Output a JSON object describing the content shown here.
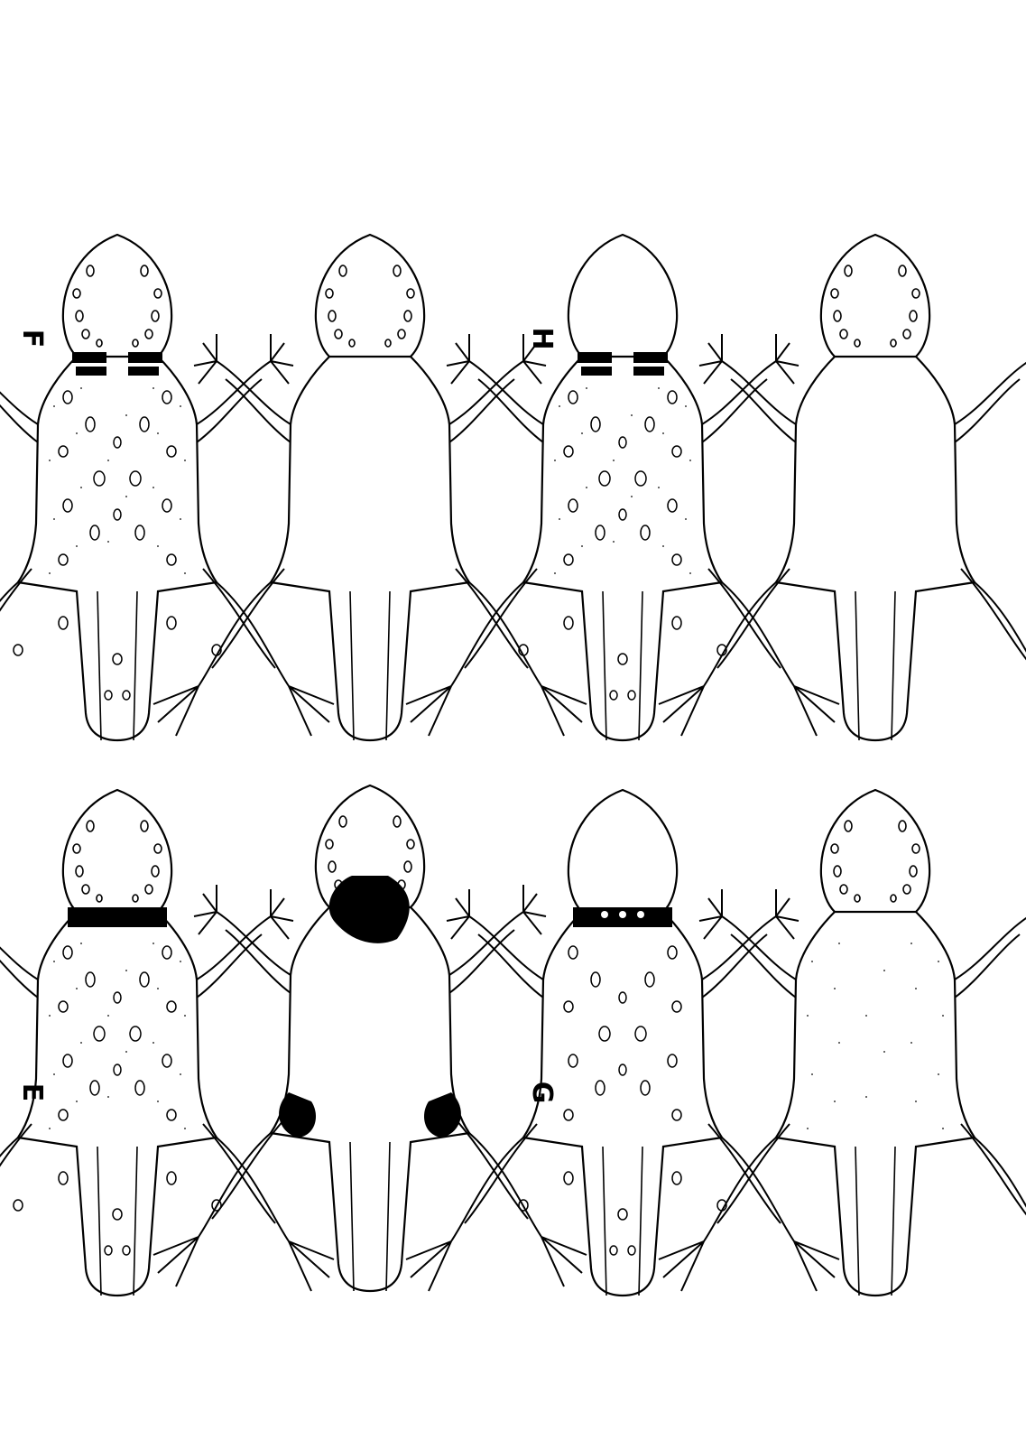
{
  "figure": {
    "panel_labels": {
      "e": "E",
      "f": "F",
      "g": "G",
      "h": "H"
    },
    "ink_color": "#000000",
    "paper_color": "#ffffff",
    "figures": [
      {
        "panel": "top-left-row-1",
        "pattern": "spotted-full",
        "collar": "split-bars"
      },
      {
        "panel": "E",
        "pattern": "blotched-throat-and-flanks",
        "collar": "none"
      },
      {
        "panel": "top-left-row-3",
        "pattern": "spotted-full",
        "collar": "split-bars"
      },
      {
        "panel": "F",
        "pattern": "head-spots-only",
        "collar": "none"
      },
      {
        "panel": "bottom-row-1",
        "pattern": "spotted-full",
        "collar": "solid-band"
      },
      {
        "panel": "G",
        "pattern": "head-and-flank-stipple",
        "collar": "none"
      },
      {
        "panel": "bottom-row-3",
        "pattern": "open-spots",
        "collar": "solid-band-with-dots"
      },
      {
        "panel": "H",
        "pattern": "head-spots-only",
        "collar": "none"
      }
    ]
  }
}
